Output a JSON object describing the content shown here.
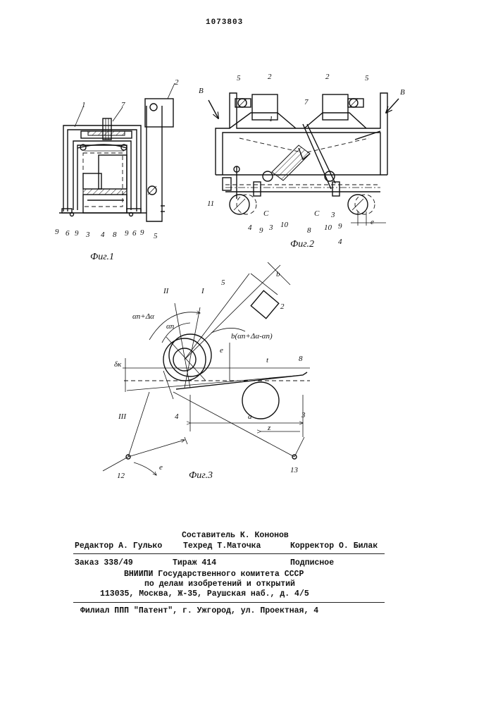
{
  "patent_number": "1073803",
  "figures": {
    "fig1": {
      "caption": "Фиг.1",
      "labels": [
        "1",
        "7",
        "2",
        "9",
        "6",
        "9",
        "3",
        "4",
        "8",
        "9",
        "6",
        "9",
        "5"
      ]
    },
    "fig2": {
      "caption": "Фиг.2",
      "labels": [
        "5",
        "2",
        "2",
        "5",
        "B",
        "B",
        "1",
        "7",
        "11",
        "4",
        "9",
        "3",
        "10",
        "C",
        "8",
        "C",
        "10",
        "3",
        "9",
        "4",
        "e"
      ]
    },
    "fig3": {
      "caption": "Фиг.3",
      "labels": [
        "II",
        "I",
        "5",
        "b",
        "2",
        "αn+Δα",
        "αn",
        "b(αn+Δα-αn)",
        "e",
        "δк",
        "t",
        "8",
        "4",
        "III",
        "a",
        "z",
        "3",
        "12",
        "13",
        "e"
      ]
    }
  },
  "imprint": {
    "compiler": "Составитель К. Кононов",
    "editor": "Редактор А. Гулько",
    "techred": "Техред Т.Маточка",
    "corrector": "Корректор О. Билак",
    "order": "Заказ 338/49",
    "circulation": "Тираж 414",
    "subscription": "Подписное",
    "org_line1": "ВНИИПИ Государственного комитета СССР",
    "org_line2": "по делам изобретений и открытий",
    "org_address": "113035, Москва, Ж-35, Раушская наб., д. 4/5",
    "branch": "Филиал ППП \"Патент\", г. Ужгород, ул. Проектная, 4"
  }
}
